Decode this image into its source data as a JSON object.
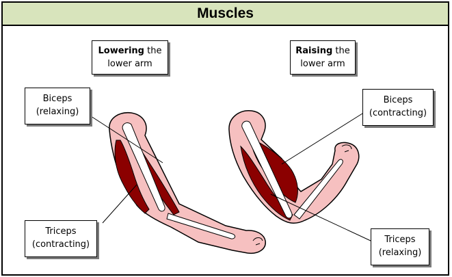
{
  "title": "Muscles",
  "labels": {
    "lowering": {
      "bold": "Lowering",
      "rest": " the",
      "line2": "lower arm"
    },
    "raising": {
      "bold": "Raising",
      "rest": " the",
      "line2": "lower arm"
    },
    "biceps_left": {
      "line1": "Biceps",
      "line2": "(relaxing)"
    },
    "triceps_left": {
      "line1": "Triceps",
      "line2": "(contracting)"
    },
    "biceps_right": {
      "line1": "Biceps",
      "line2": "(contracting)"
    },
    "triceps_right": {
      "line1": "Triceps",
      "line2": "(relaxing)"
    }
  },
  "colors": {
    "header_bg": "#d8e4bc",
    "skin": "#f6c0c0",
    "muscle": "#8b0000",
    "bone": "#ffffff"
  }
}
